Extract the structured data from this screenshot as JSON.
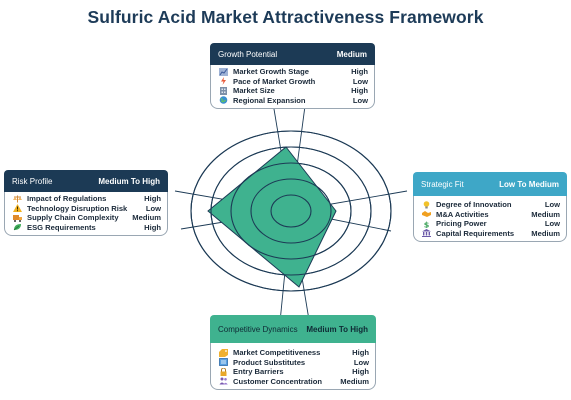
{
  "title": "Sulfuric Acid Market Attractiveness Framework",
  "colors": {
    "dark_header": "#1c3a55",
    "teal_header": "#3ea7c7",
    "green_header": "#3fb28f",
    "radar_fill": "#3fb28f",
    "radar_line": "#1c3a55"
  },
  "growth_potential": {
    "title": "Growth Potential",
    "rating": "Medium",
    "items": [
      {
        "icon": "chart-icon",
        "label": "Market Growth Stage",
        "value": "High"
      },
      {
        "icon": "lightning-icon",
        "label": "Pace of Market Growth",
        "value": "Low"
      },
      {
        "icon": "building-icon",
        "label": "Market Size",
        "value": "High"
      },
      {
        "icon": "globe-icon",
        "label": "Regional Expansion",
        "value": "Low"
      }
    ]
  },
  "risk_profile": {
    "title": "Risk Profile",
    "rating": "Medium To High",
    "items": [
      {
        "icon": "scale-icon",
        "label": "Impact of Regulations",
        "value": "High"
      },
      {
        "icon": "warning-icon",
        "label": "Technology Disruption Risk",
        "value": "Low"
      },
      {
        "icon": "truck-icon",
        "label": "Supply Chain Complexity",
        "value": "Medium"
      },
      {
        "icon": "leaf-icon",
        "label": "ESG Requirements",
        "value": "High"
      }
    ]
  },
  "strategic_fit": {
    "title": "Strategic Fit",
    "rating": "Low To Medium",
    "items": [
      {
        "icon": "bulb-icon",
        "label": "Degree of Innovation",
        "value": "Low"
      },
      {
        "icon": "handshake-icon",
        "label": "M&A Activities",
        "value": "Medium"
      },
      {
        "icon": "dollar-icon",
        "label": "Pricing Power",
        "value": "Low"
      },
      {
        "icon": "bank-icon",
        "label": "Capital Requirements",
        "value": "Medium"
      }
    ]
  },
  "competitive_dynamics": {
    "title": "Competitive Dynamics",
    "rating": "Medium To High",
    "items": [
      {
        "icon": "tag-icon",
        "label": "Market Competitiveness",
        "value": "High"
      },
      {
        "icon": "box-icon",
        "label": "Product Substitutes",
        "value": "Low"
      },
      {
        "icon": "lock-icon",
        "label": "Entry Barriers",
        "value": "High"
      },
      {
        "icon": "people-icon",
        "label": "Customer Concentration",
        "value": "Medium"
      }
    ]
  },
  "radar": {
    "levels": 5,
    "axes": [
      "growth_potential",
      "strategic_fit",
      "competitive_dynamics",
      "risk_profile"
    ],
    "values": [
      0.8,
      0.45,
      0.95,
      0.8
    ]
  }
}
